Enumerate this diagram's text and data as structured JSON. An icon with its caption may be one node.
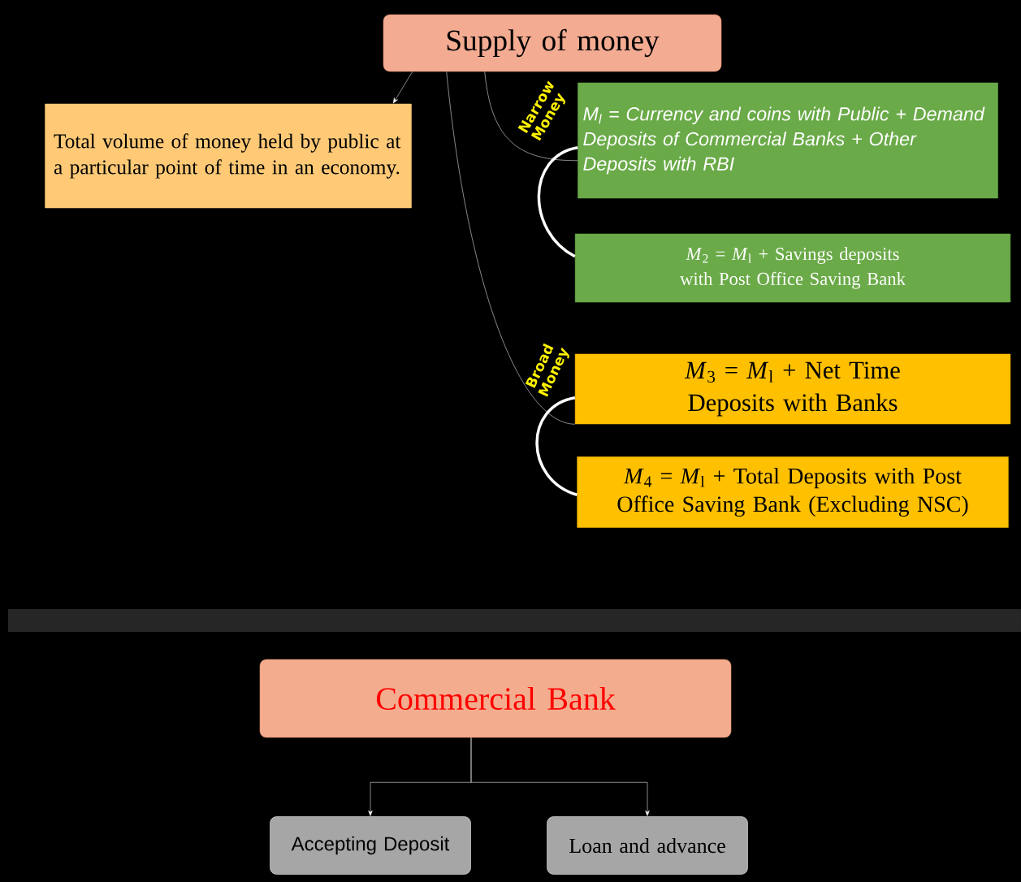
{
  "diagram": {
    "nodes": [
      {
        "text": [
          "Supply of money"
        ]
      },
      {
        "text": [
          "Total volume of money held by public at a particular point of time in an economy."
        ]
      },
      {
        "text": [
          "M$_{l}$ = Currency and coins with Public + Demand Deposits of Commercial Banks + Other Deposits with RBI"
        ]
      },
      {
        "text": [
          "*M*$_{2}$ = *M*$_{l}$ + Savings deposits with Post Office Saving Bank"
        ]
      },
      {
        "text": [
          "*M*$_{3}$ = *M*$_{l}$ + Net Time Deposits with Banks"
        ]
      },
      {
        "text": [
          "*M*$_{4}$ = *M*$_{l}$ + Total Deposits with Post Office Saving Bank (Excluding NSC)"
        ]
      },
      {
        "text": [
          "Commercial Bank"
        ]
      },
      {
        "text": [
          "Accepting Deposit"
        ]
      },
      {
        "text": [
          "Loan and advance"
        ]
      }
    ],
    "edges": [
      {
        "from": 0,
        "to": 1,
        "arrow": "to"
      },
      {
        "from": 0,
        "to": 2,
        "arrow": "none"
      },
      {
        "from": 0,
        "to": 4,
        "arrow": "none"
      },
      {
        "from": 6,
        "to": 7,
        "arrow": "to"
      },
      {
        "from": 6,
        "to": 8,
        "arrow": "to"
      },
      {
        "from": 2,
        "to": 3,
        "arrow": "none",
        "style": "thick"
      },
      {
        "from": 4,
        "to": 5,
        "arrow": "none",
        "style": "thick"
      }
    ],
    "labels": [
      "Narrow Money",
      "Broad Money"
    ]
  }
}
